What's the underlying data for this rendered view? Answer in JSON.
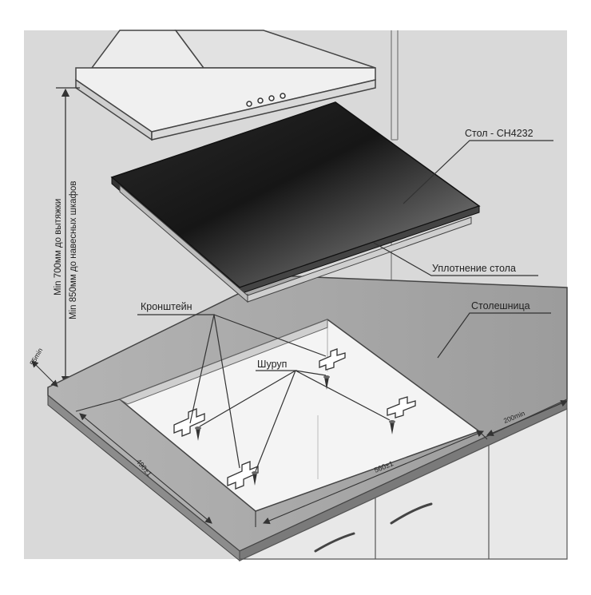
{
  "labels": {
    "hob_model": "Стол - CH4232",
    "hob_seal": "Уплотнение стола",
    "countertop": "Столешница",
    "bracket": "Кронштейн",
    "screw": "Шуруп",
    "clearance_hood": "Min 700мм до вытяжки",
    "clearance_cabinets": "Min 850мм до навесных шкафов"
  },
  "dimensions": {
    "front_margin": "55min",
    "side_margin": "200min",
    "cutout_depth": "490±1",
    "cutout_width": "560±1"
  },
  "colors": {
    "background": "#d9d9d9",
    "glass_top": "#1c1c1c",
    "countertop": "#a8a8a8",
    "cutout": "#f4f4f4",
    "line": "#333333"
  }
}
